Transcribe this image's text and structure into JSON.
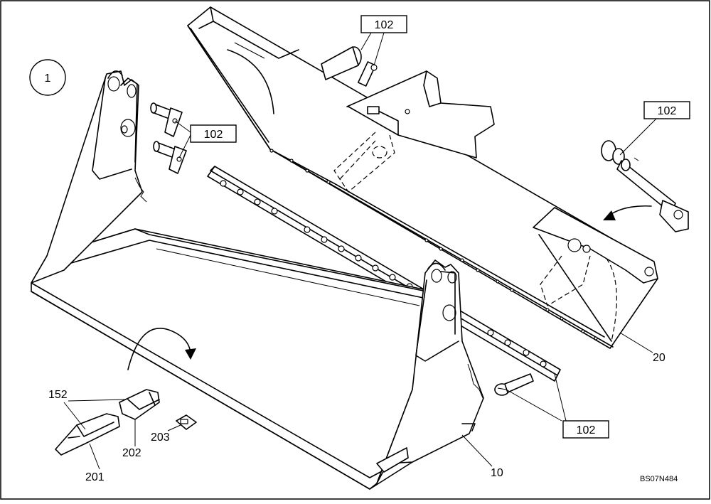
{
  "figure": {
    "view_number": "1",
    "drawing_code": "BS07N484"
  },
  "callouts": {
    "pin_top_right": "102",
    "pin_upper_center": "102",
    "pin_left": "102",
    "bolt_bottom": "102",
    "frame": "20",
    "bucket": "10",
    "tooth": "201",
    "adapter": "202",
    "retainer": "203",
    "tooth_assembly": "152"
  },
  "colors": {
    "line": "#000000",
    "background": "#ffffff"
  }
}
